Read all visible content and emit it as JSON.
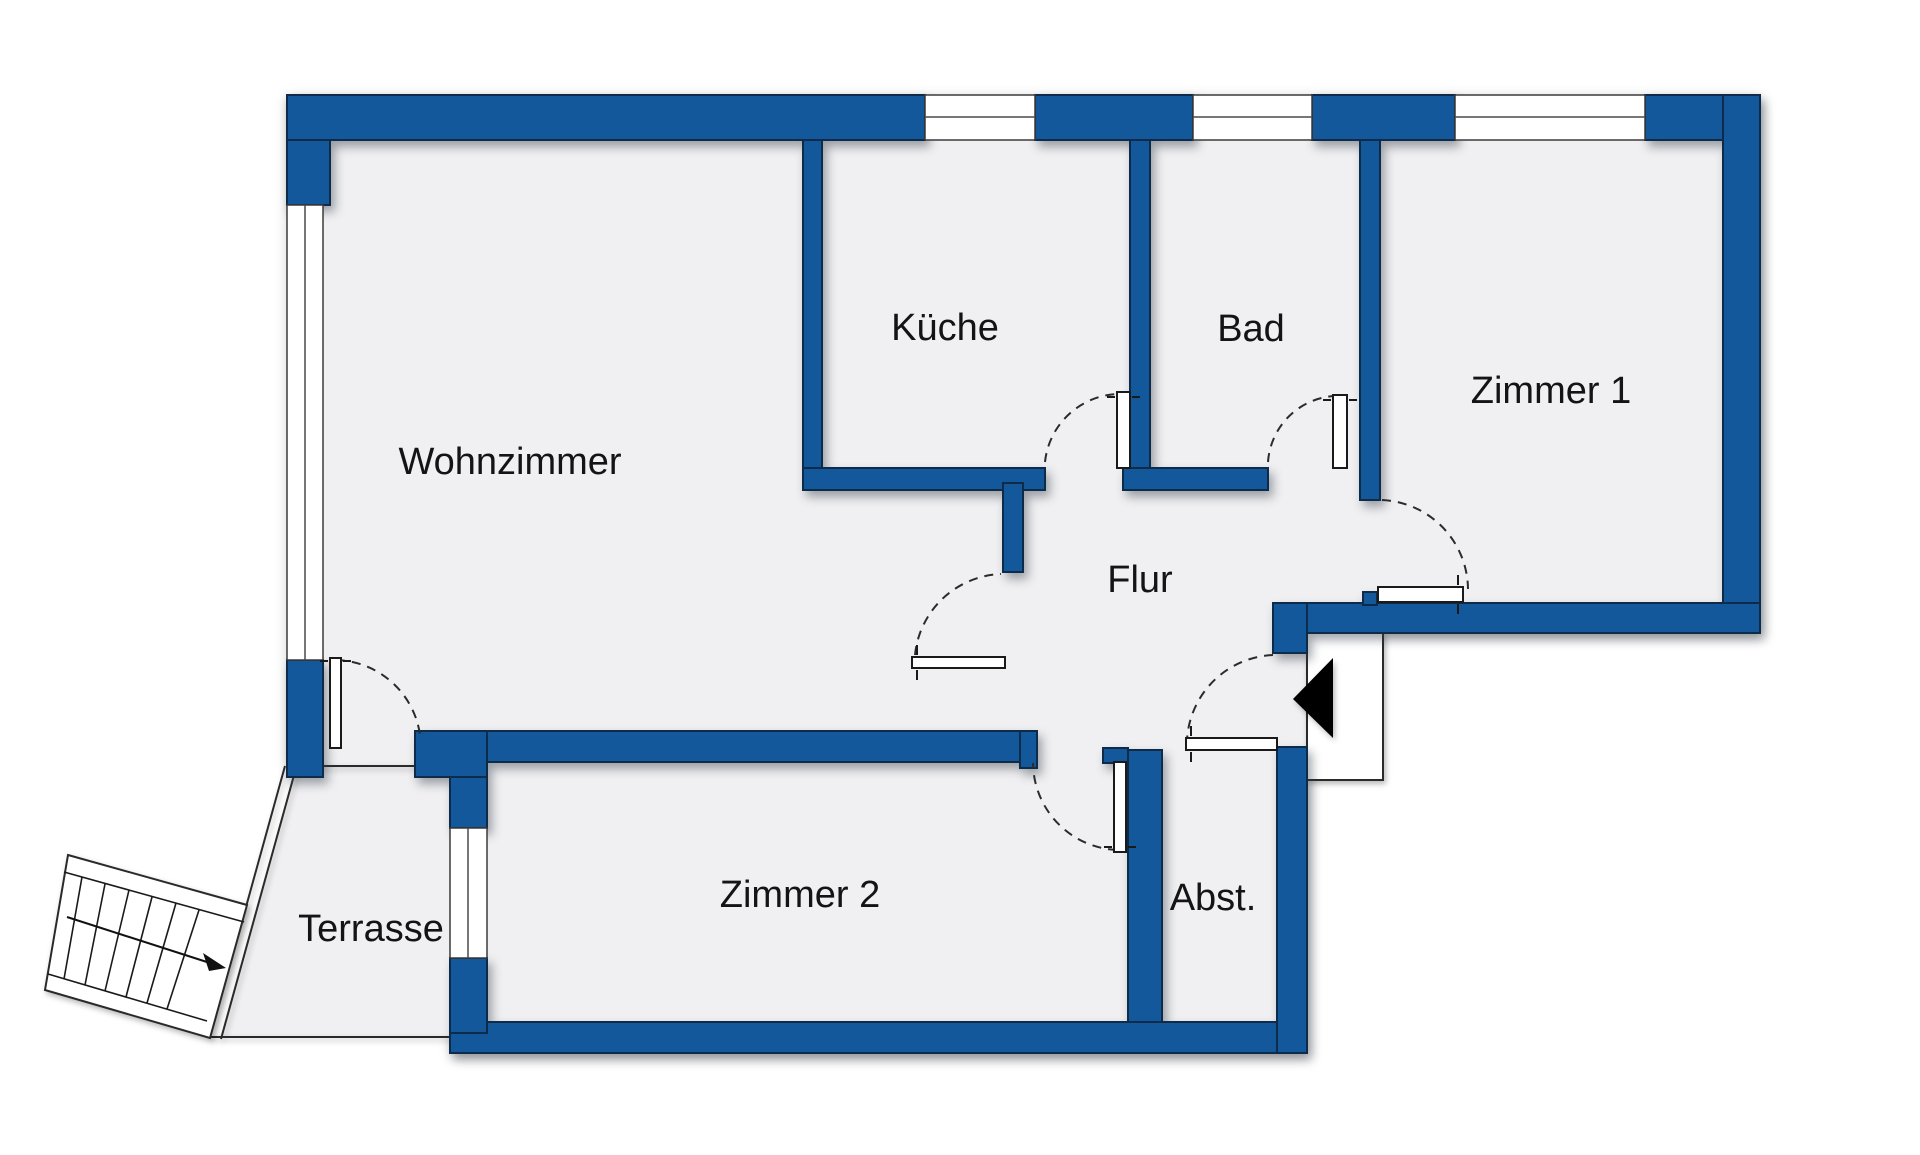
{
  "floorplan": {
    "type": "apartment-floor-plan",
    "rooms": [
      {
        "id": "wohnzimmer",
        "label": "Wohnzimmer"
      },
      {
        "id": "kueche",
        "label": "Küche"
      },
      {
        "id": "bad",
        "label": "Bad"
      },
      {
        "id": "zimmer1",
        "label": "Zimmer 1"
      },
      {
        "id": "flur",
        "label": "Flur"
      },
      {
        "id": "zimmer2",
        "label": "Zimmer 2"
      },
      {
        "id": "abstellraum",
        "label": "Abst."
      },
      {
        "id": "terrasse",
        "label": "Terrasse"
      }
    ],
    "features": {
      "windows": 5,
      "interior_door_swings": 7,
      "entrance_marker": "black-triangle-arrow-pointing-left",
      "staircase": {
        "treads": 6,
        "arrow_direction": "down-right"
      }
    },
    "colors": {
      "wall": "#13589B",
      "wall_outline": "#0E2B49",
      "floor": "#F0F0F2",
      "door_arc": "#2B2B2B",
      "background": "#FFFFFF",
      "label": "#141414"
    }
  }
}
